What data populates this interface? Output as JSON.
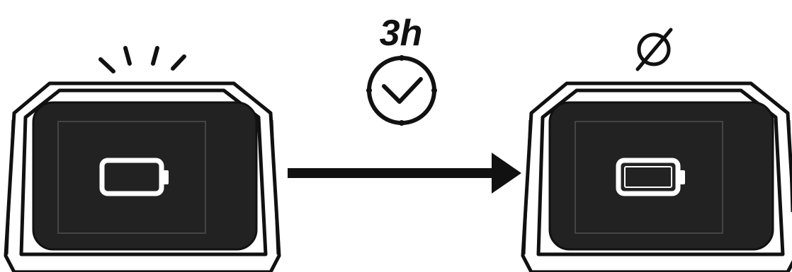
{
  "diagram": {
    "colors": {
      "stroke": "#111111",
      "device_body": "#ffffff",
      "device_screen": "#222222",
      "icon": "#ffffff"
    },
    "left_device": {
      "name": "device-before",
      "status_indicator": "light-rays-icon",
      "battery_icon": "battery-empty-outline-icon"
    },
    "transition": {
      "duration_label": "3h",
      "timer_icon": "clock-check-icon",
      "arrow_icon": "right-arrow-icon"
    },
    "right_device": {
      "name": "device-after",
      "status_indicator": "off-symbol-icon",
      "battery_icon": "battery-outline-icon"
    }
  }
}
